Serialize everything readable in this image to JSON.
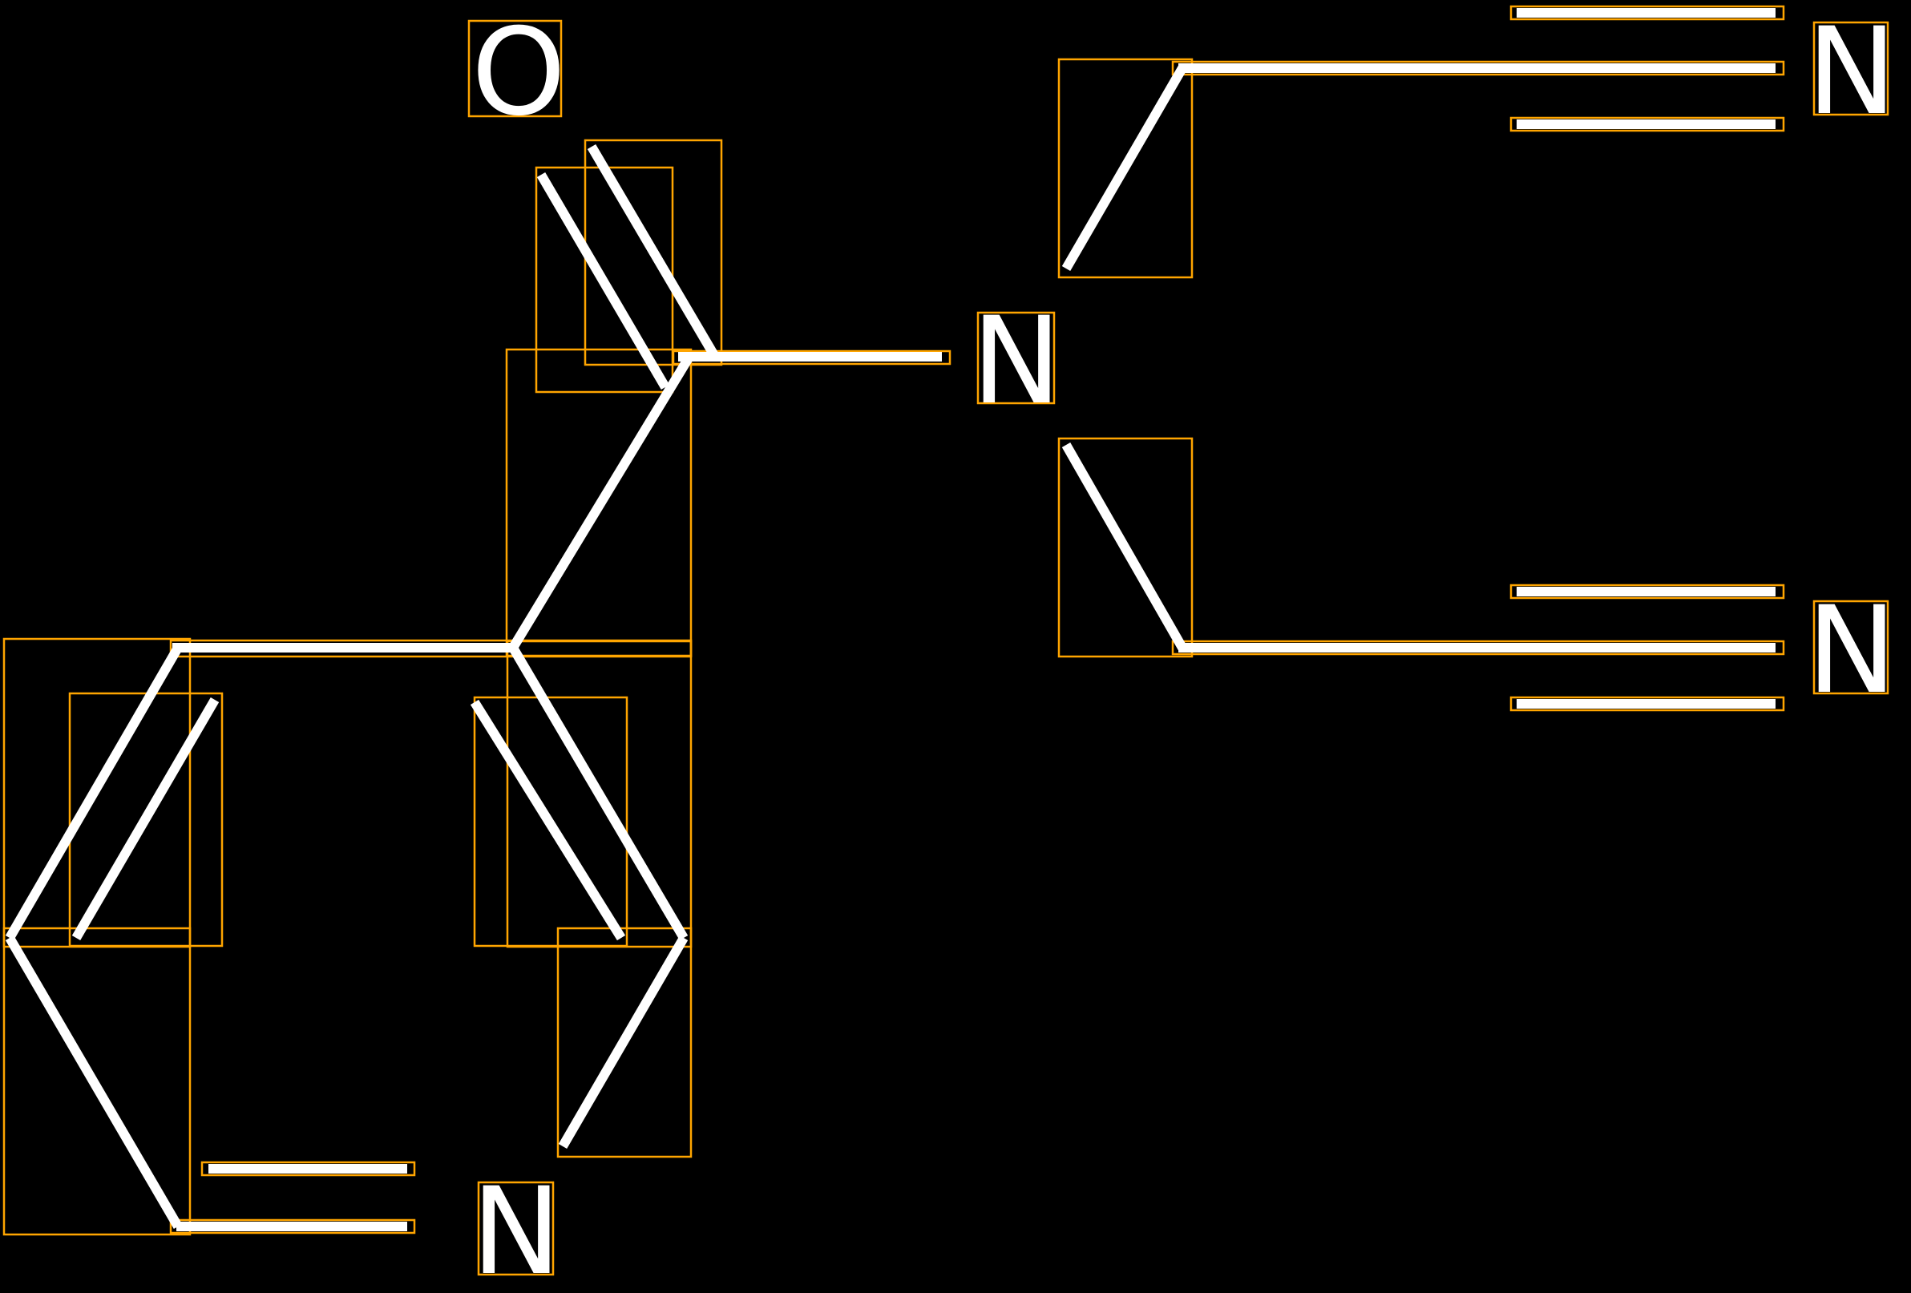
{
  "diagram": {
    "type": "chemical-structure",
    "atoms": [
      {
        "id": "o1",
        "label": "O"
      },
      {
        "id": "n1",
        "label": "N"
      },
      {
        "id": "n2",
        "label": "N"
      },
      {
        "id": "n3",
        "label": "N"
      },
      {
        "id": "n4",
        "label": "N"
      }
    ],
    "colors": {
      "background": "#000000",
      "bond": "#FFFFFF",
      "box": "#FFA500"
    }
  }
}
